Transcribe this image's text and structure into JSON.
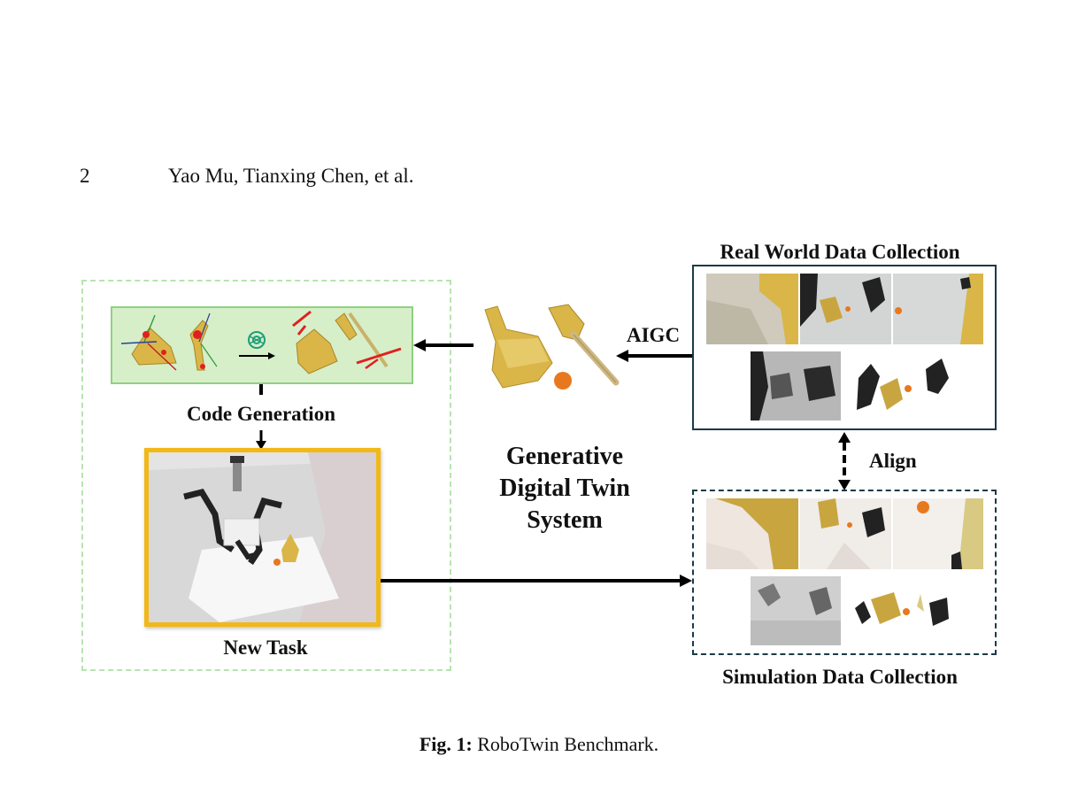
{
  "header": {
    "page_number": "2",
    "authors": "Yao Mu, Tianxing Chen, et al."
  },
  "figure": {
    "labels": {
      "code_generation": "Code Generation",
      "new_task": "New Task",
      "system_line1": "Generative",
      "system_line2": "Digital Twin",
      "system_line3": "System",
      "aigc": "AIGC",
      "real_world": "Real World Data Collection",
      "align": "Align",
      "simulation": "Simulation Data Collection"
    },
    "colors": {
      "code_box_fill": "#d6efc9",
      "code_box_border": "#90d080",
      "dashed_green": "#b8e3b0",
      "new_task_border": "#f2b817",
      "panel_border": "#1b3a47",
      "object_gold": "#d9b647",
      "ball_orange": "#e8781e",
      "axis_red": "#e02020"
    }
  },
  "caption": {
    "prefix": "Fig. 1:",
    "text": "RoboTwin Benchmark."
  }
}
